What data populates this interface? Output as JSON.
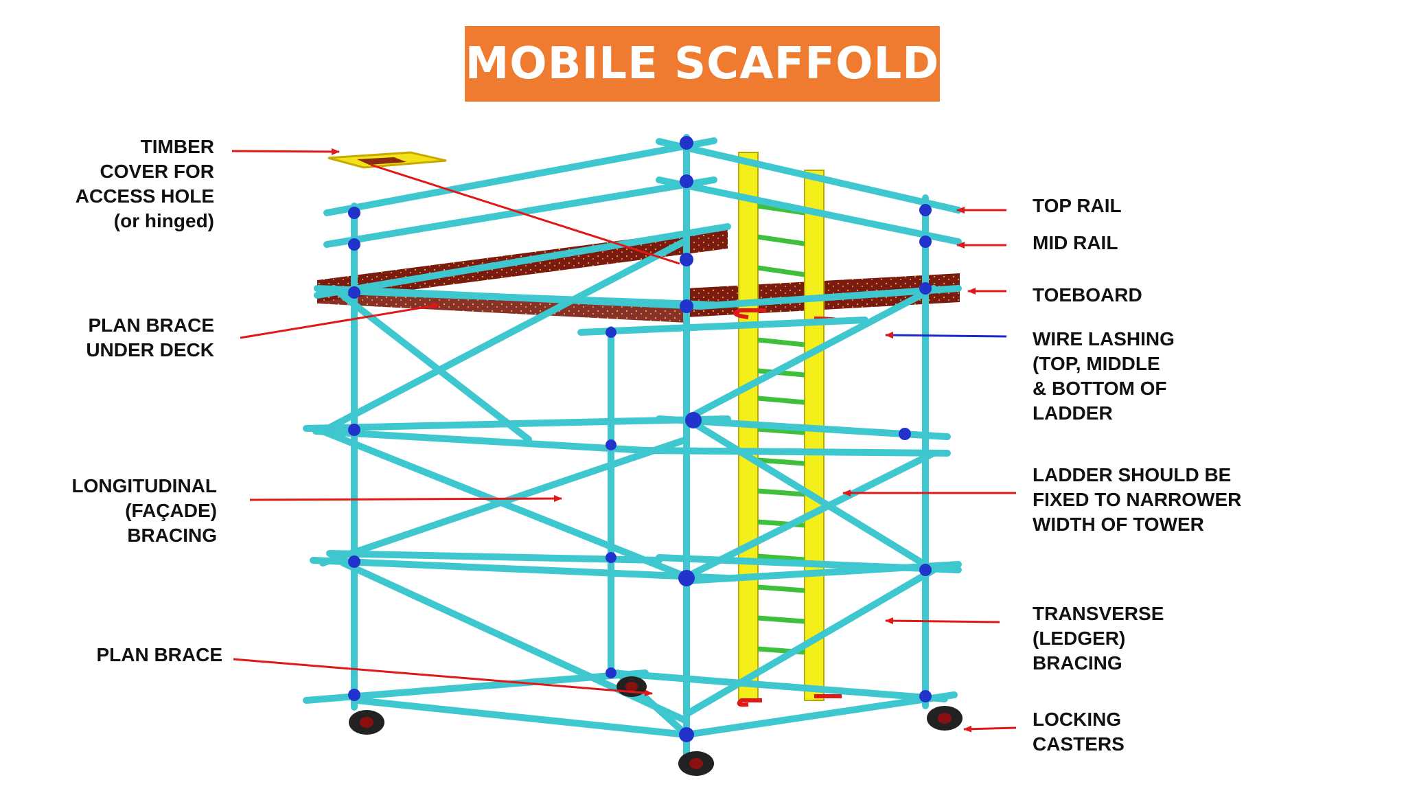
{
  "title": "MOBILE SCAFFOLD",
  "labels": {
    "timber_cover": [
      "TIMBER",
      "COVER FOR",
      "ACCESS HOLE",
      "(or hinged)"
    ],
    "plan_brace_under_deck": [
      "PLAN BRACE",
      "UNDER DECK"
    ],
    "longitudinal_bracing": [
      "LONGITUDINAL",
      "(FAÇADE)",
      "BRACING"
    ],
    "plan_brace": [
      "PLAN BRACE"
    ],
    "top_rail": [
      "TOP RAIL"
    ],
    "mid_rail": [
      "MID RAIL"
    ],
    "toeboard": [
      "TOEBOARD"
    ],
    "wire_lashing": [
      "WIRE LASHING",
      "(TOP, MIDDLE",
      "& BOTTOM OF",
      "LADDER"
    ],
    "ladder_fixed": [
      "LADDER SHOULD BE",
      "FIXED TO NARROWER",
      "WIDTH OF TOWER"
    ],
    "transverse_bracing": [
      "TRANSVERSE",
      "(LEDGER)",
      "BRACING"
    ],
    "locking_casters": [
      "LOCKING",
      "CASTERS"
    ]
  },
  "colors": {
    "banner": "#ee7b30",
    "tube": "#3fc7cf",
    "clamp": "#2233cc",
    "ladder": "#f4ee1a",
    "rung": "#3fbf3a",
    "deck": "#7a1a10",
    "arrow_red": "#e01818",
    "arrow_blue": "#1a28c8",
    "caster": "#8a1010"
  }
}
